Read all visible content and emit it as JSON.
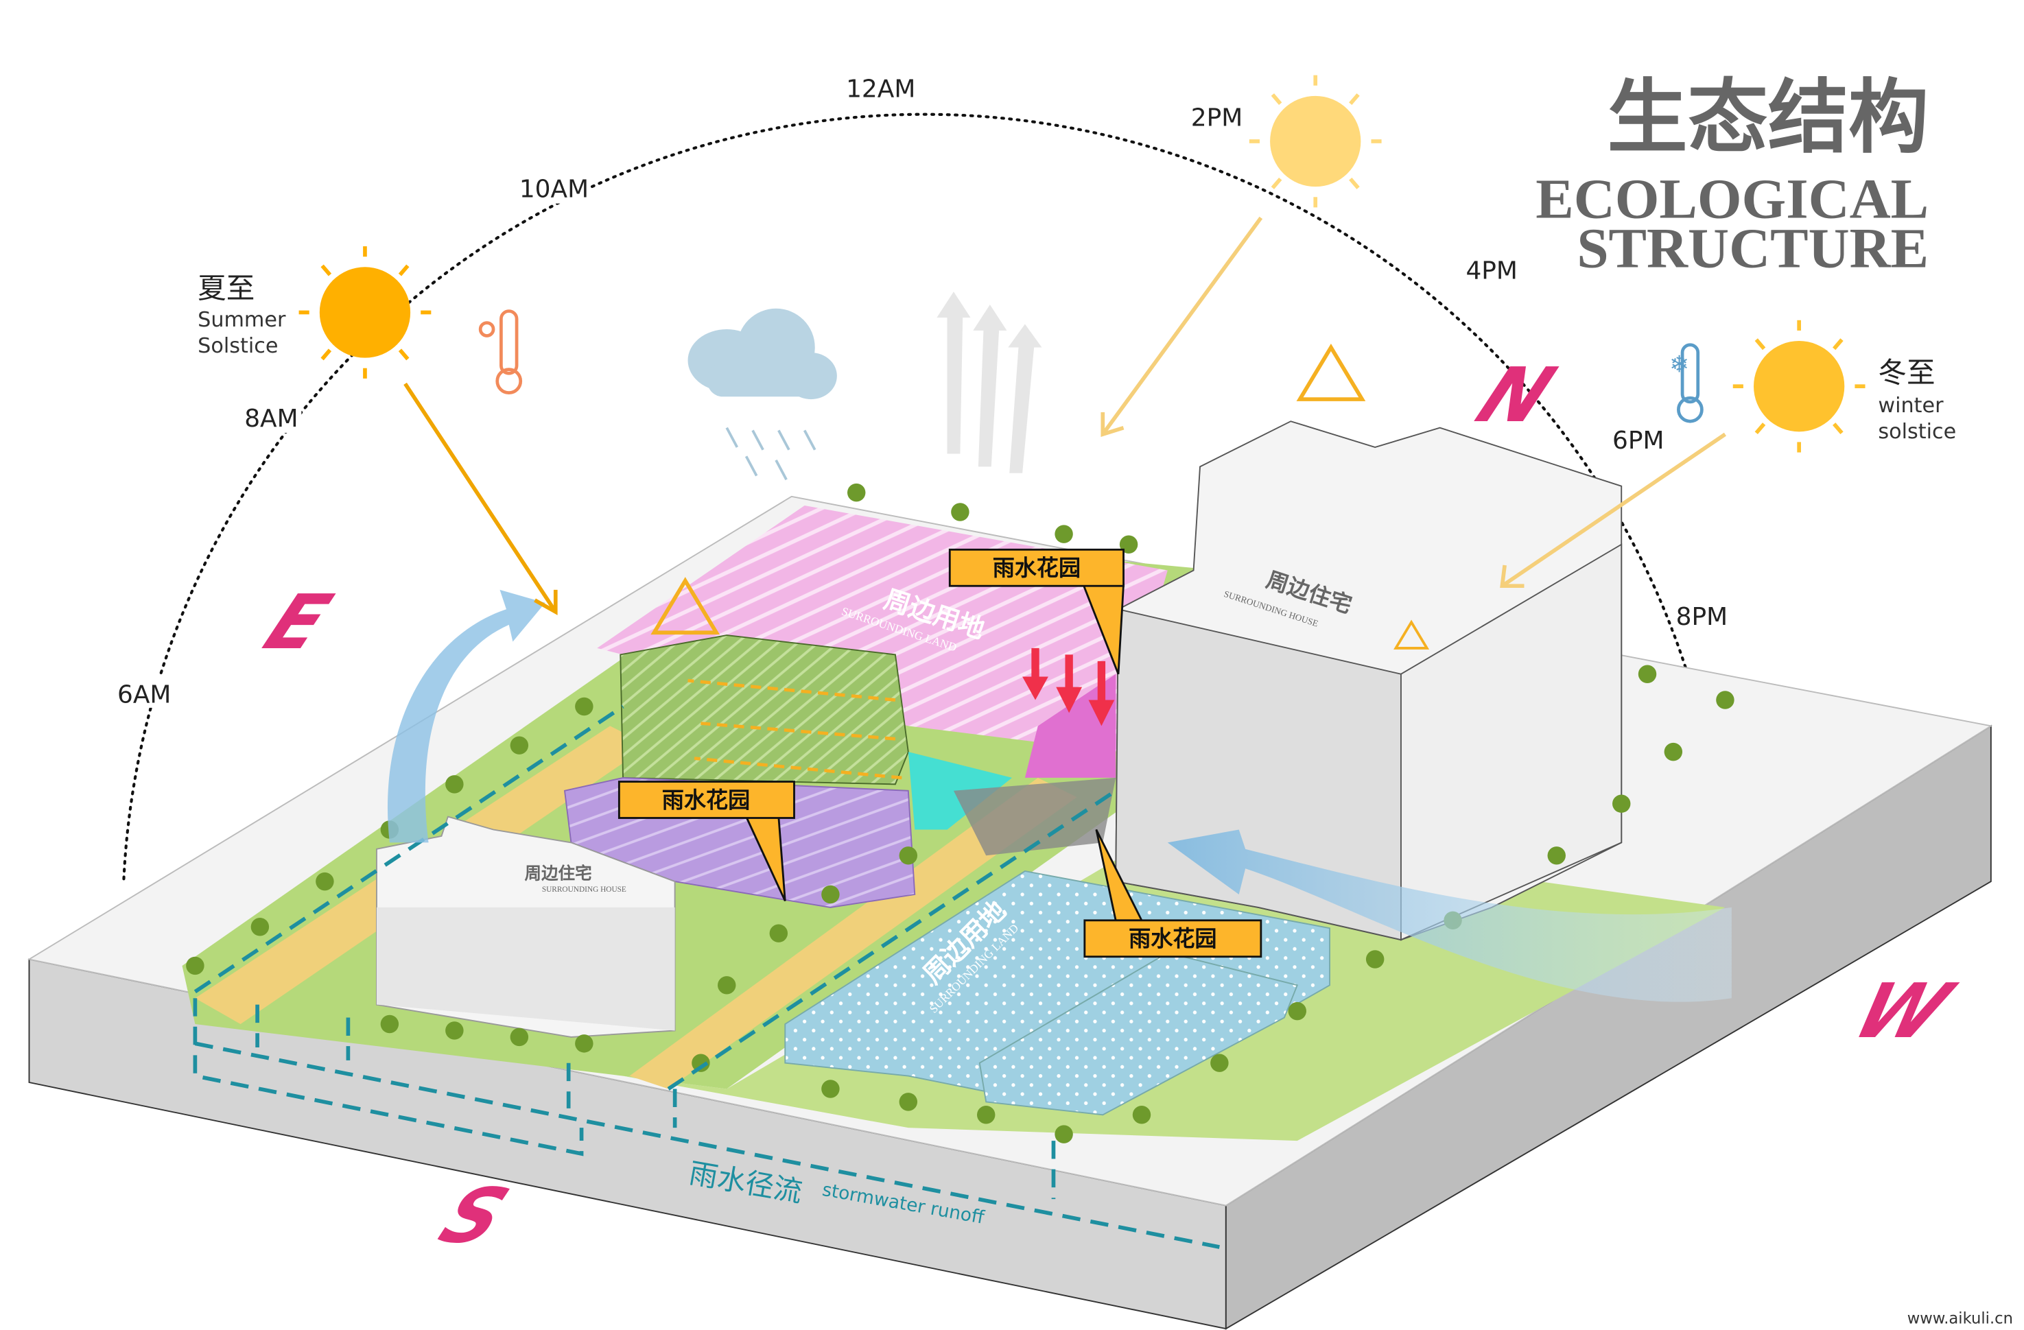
{
  "title": {
    "cn": "生态结构",
    "en_line1": "ECOLOGICAL",
    "en_line2": "STRUCTURE"
  },
  "sun_path": {
    "times": [
      "6AM",
      "8AM",
      "10AM",
      "12AM",
      "2PM",
      "4PM",
      "6PM",
      "8PM"
    ]
  },
  "summer_solstice": {
    "cn": "夏至",
    "en_line1": "Summer",
    "en_line2": "Solstice"
  },
  "winter_solstice": {
    "cn": "冬至",
    "en_line1": "winter",
    "en_line2": "solstice"
  },
  "compass": {
    "east": "E",
    "north": "N",
    "west": "W",
    "south": "S"
  },
  "callouts": [
    "雨水花园",
    "雨水花园",
    "雨水花园"
  ],
  "zones": {
    "pink_land": {
      "cn": "周边用地",
      "en": "SURROUNDING LAND"
    },
    "blue_land": {
      "cn": "周边用地",
      "en": "SURROUNDING LAND"
    },
    "house_right": {
      "cn": "周边住宅",
      "en": "SURROUNDING HOUSE"
    },
    "house_left": {
      "cn": "周边住宅",
      "en": "SURROUNDING HOUSE"
    }
  },
  "runoff": {
    "cn": "雨水径流",
    "en": "stormwater runoff"
  },
  "watermark": "www.aikuli.cn",
  "colors": {
    "summer_sun": "#FFB000",
    "noon_sun": "#FFD97A",
    "winter_sun": "#FFC22E",
    "compass": "#E0307A",
    "callout": "#FDB52B",
    "runoff": "#1E8FA0",
    "title": "#666666"
  }
}
